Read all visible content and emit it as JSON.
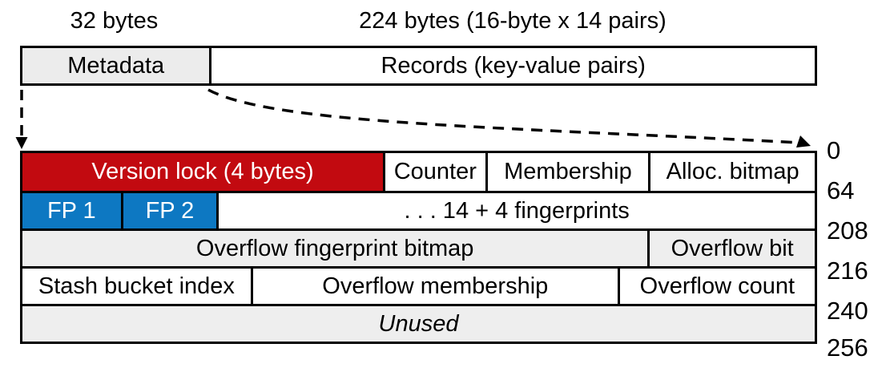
{
  "figure": {
    "description": "Bucket memory layout diagram",
    "colors": {
      "version_lock_fill": "#c20a10",
      "fingerprint_fill": "#0d78c2",
      "metadata_fill": "#ececec",
      "unused_fill": "#eeeeee",
      "border": "#000000"
    },
    "top": {
      "size_labels": [
        {
          "text": "32 bytes"
        },
        {
          "text": "224 bytes (16-byte x 14 pairs)"
        }
      ],
      "boxes": [
        {
          "label": "Metadata"
        },
        {
          "label": "Records (key-value pairs)"
        }
      ]
    },
    "bucket": {
      "rows": [
        {
          "cells": [
            {
              "label": "Version lock (4 bytes)"
            },
            {
              "label": "Counter"
            },
            {
              "label": "Membership"
            },
            {
              "label": "Alloc. bitmap"
            }
          ]
        },
        {
          "cells": [
            {
              "label": "FP 1"
            },
            {
              "label": "FP 2"
            },
            {
              "label": ". . . 14 + 4 fingerprints"
            }
          ]
        },
        {
          "cells": [
            {
              "label": "Overflow fingerprint bitmap"
            },
            {
              "label": "Overflow bit"
            }
          ]
        },
        {
          "cells": [
            {
              "label": "Stash bucket index"
            },
            {
              "label": "Overflow membership"
            },
            {
              "label": "Overflow count"
            }
          ]
        },
        {
          "cells": [
            {
              "label": "Unused"
            }
          ]
        }
      ],
      "bit_offsets": [
        "0",
        "64",
        "208",
        "216",
        "240",
        "256"
      ]
    }
  }
}
